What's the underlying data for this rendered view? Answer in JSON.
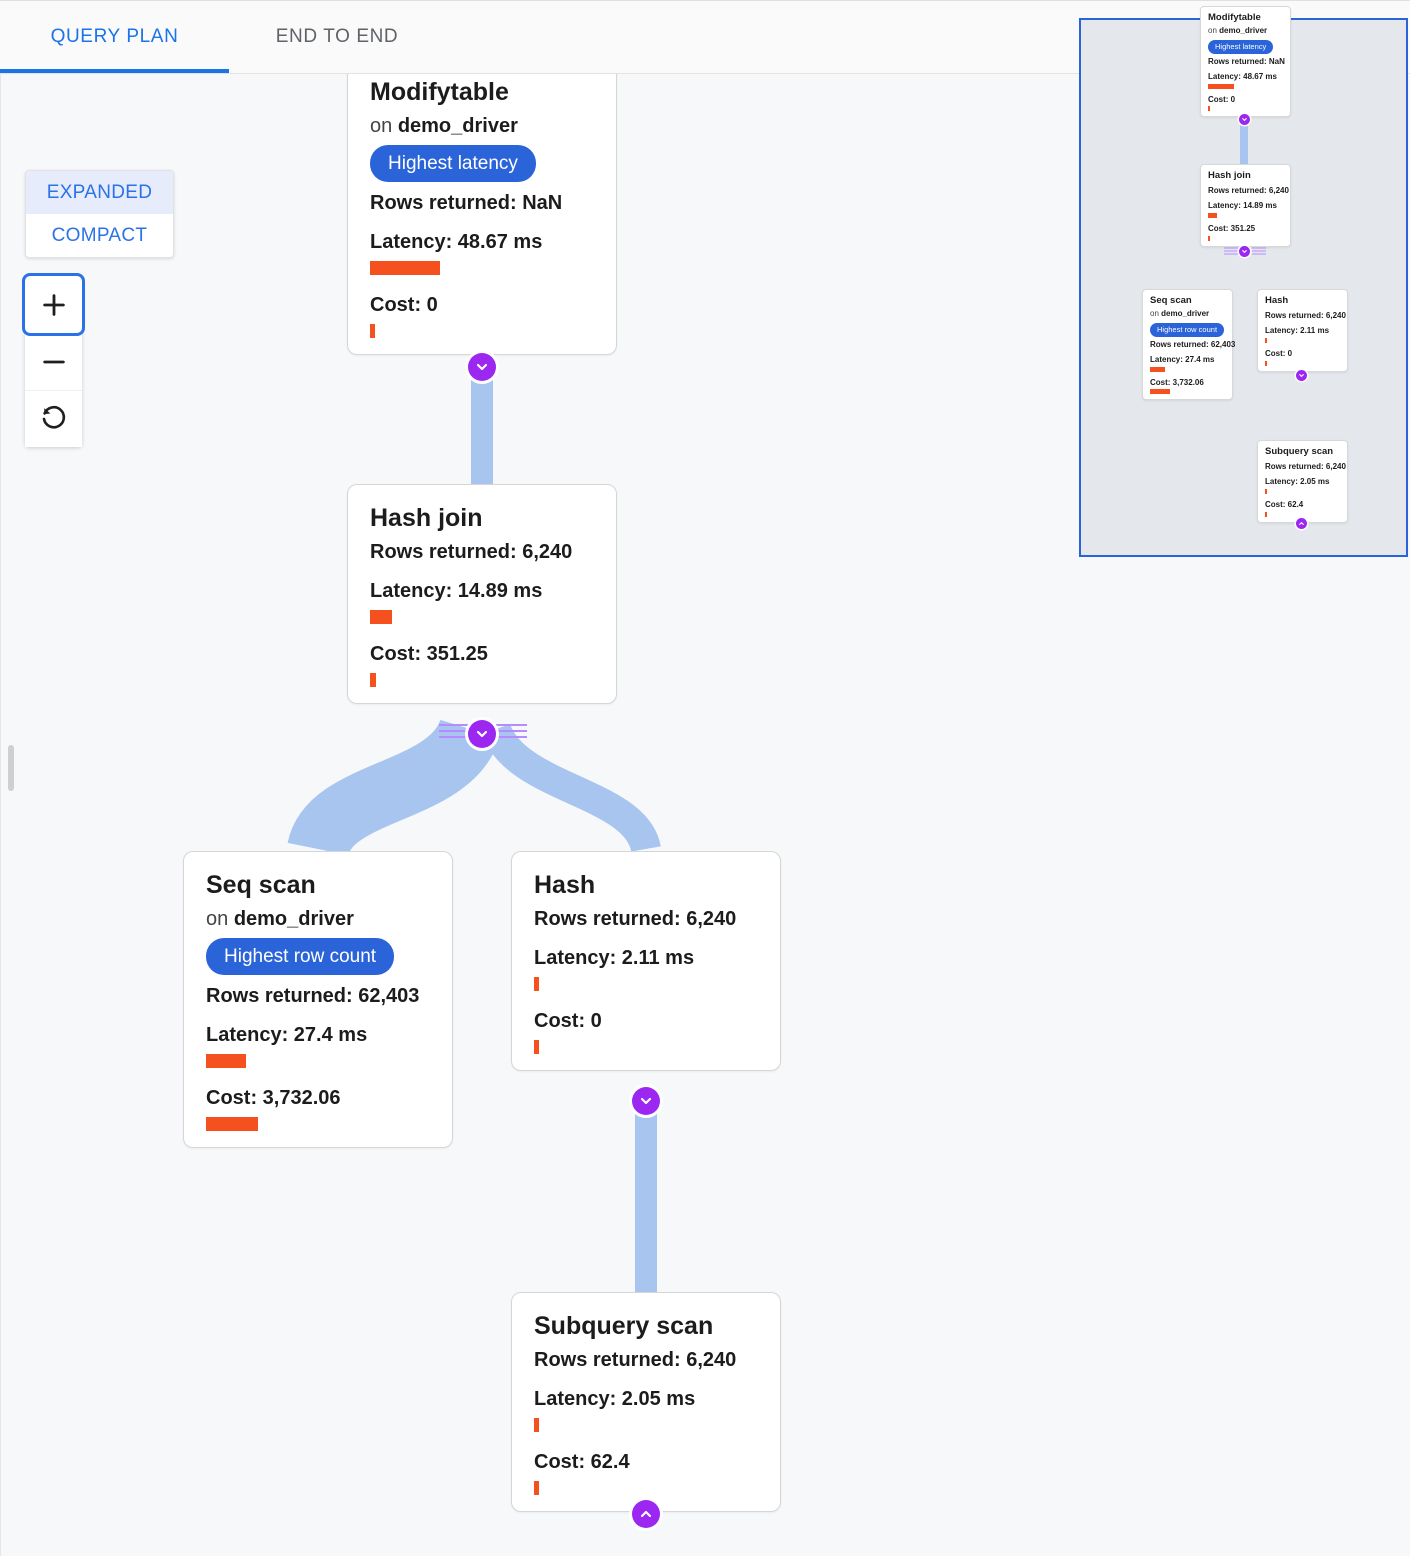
{
  "tabs": [
    {
      "label": "QUERY PLAN",
      "active": true
    },
    {
      "label": "END TO END",
      "active": false
    }
  ],
  "controls": {
    "layout_modes": [
      {
        "label": "EXPANDED",
        "selected": true
      },
      {
        "label": "COMPACT",
        "selected": false
      }
    ],
    "zoom_in_label": "+",
    "zoom_out_label": "−",
    "reset_label": "reset-zoom"
  },
  "labels": {
    "on_prefix": "on ",
    "rows_prefix": "Rows returned: ",
    "latency_prefix": "Latency: ",
    "cost_prefix": "Cost: "
  },
  "colors": {
    "accent_blue": "#1a73e8",
    "badge_blue": "#2b63d9",
    "bar_orange": "#f4511e",
    "edge_blue": "#a8c5f0",
    "chevron_purple": "#9c27f0",
    "canvas_bg": "#f6f8fa",
    "minimap_bg": "#e4e8ec",
    "minimap_border": "#2b63d9"
  },
  "plan": {
    "nodes": [
      {
        "id": "modifytable",
        "title": "Modifytable",
        "relation": "demo_driver",
        "badge": "Highest latency",
        "rows": "Rows returned: NaN",
        "latency": "Latency: 48.67 ms",
        "latency_bar_pct": 100,
        "cost": "Cost: 0",
        "cost_bar_pct": 2
      },
      {
        "id": "hashjoin",
        "title": "Hash join",
        "relation": null,
        "badge": null,
        "rows": "Rows returned: 6,240",
        "latency": "Latency: 14.89 ms",
        "latency_bar_pct": 31,
        "cost": "Cost: 351.25",
        "cost_bar_pct": 9
      },
      {
        "id": "seqscan",
        "title": "Seq scan",
        "relation": "demo_driver",
        "badge": "Highest row count",
        "rows": "Rows returned: 62,403",
        "latency": "Latency: 27.4 ms",
        "latency_bar_pct": 56,
        "cost": "Cost: 3,732.06",
        "cost_bar_pct": 100
      },
      {
        "id": "hash",
        "title": "Hash",
        "relation": null,
        "badge": null,
        "rows": "Rows returned: 6,240",
        "latency": "Latency: 2.11 ms",
        "latency_bar_pct": 4,
        "cost": "Cost: 0",
        "cost_bar_pct": 2
      },
      {
        "id": "subqueryscan",
        "title": "Subquery scan",
        "relation": null,
        "badge": null,
        "rows": "Rows returned: 6,240",
        "latency": "Latency: 2.05 ms",
        "latency_bar_pct": 4,
        "cost": "Cost: 62.4",
        "cost_bar_pct": 2
      }
    ],
    "edges": [
      {
        "from": "modifytable",
        "to": "hashjoin"
      },
      {
        "from": "hashjoin",
        "to": "seqscan"
      },
      {
        "from": "hashjoin",
        "to": "hash"
      },
      {
        "from": "hash",
        "to": "subqueryscan"
      }
    ]
  },
  "minimap": {
    "visible": true,
    "viewport_selected": true
  }
}
